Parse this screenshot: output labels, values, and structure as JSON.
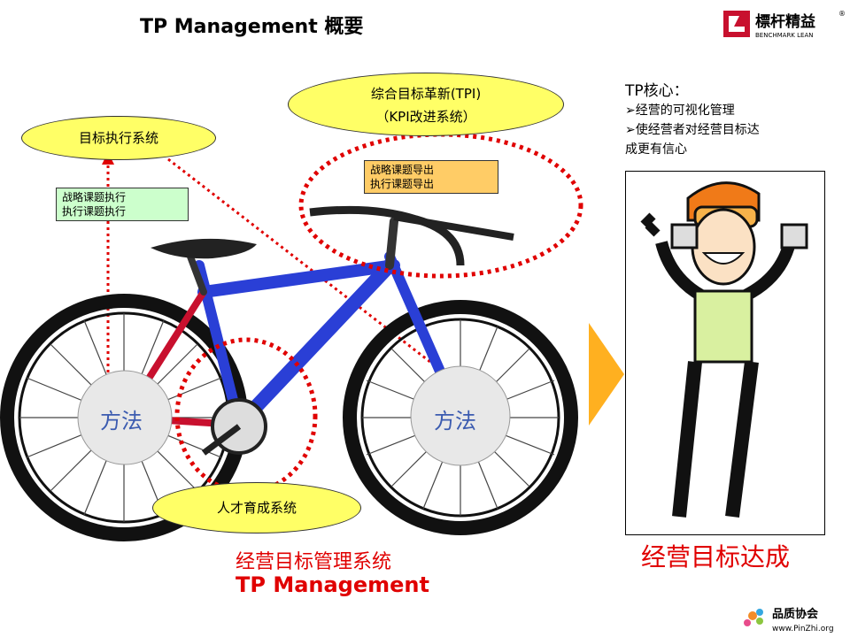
{
  "title": "TP Management 概要",
  "logo": {
    "cn": "標杆精益",
    "en": "BENCHMARK LEAN",
    "mark": "®"
  },
  "ellipses": {
    "target_exec": "目标执行系统",
    "tpi_line1": "综合目标革新(TPI)",
    "tpi_line2": "（KPI改进系统）",
    "talent": "人才育成系统"
  },
  "notes": {
    "green_line1": "战略课题执行",
    "green_line2": "执行课题执行",
    "orange_line1": "战略课题导出",
    "orange_line2": "执行课题导出"
  },
  "wheels": {
    "left": "方法",
    "right": "方法"
  },
  "core": {
    "heading": "TP核心：",
    "items": [
      "➢经营的可视化管理",
      "➢使经营者对经营目标达",
      "成更有信心"
    ]
  },
  "captions": {
    "system_cn": "经营目标管理系统",
    "system_en": "TP Management",
    "goal": "经营目标达成"
  },
  "footer": {
    "name": "品质协会",
    "url": "www.PinZhi.org"
  },
  "colors": {
    "ellipse_fill": "#ffff66",
    "accent_red": "#e00000",
    "frame_blue": "#2a3fd6"
  }
}
